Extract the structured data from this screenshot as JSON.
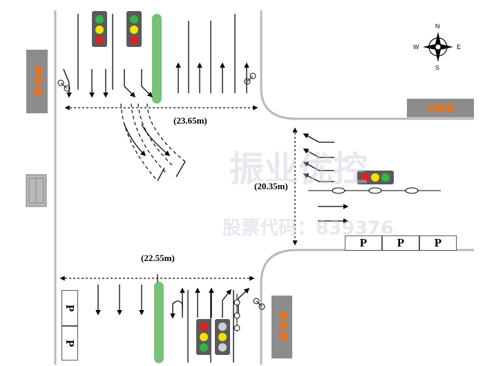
{
  "roads": {
    "qingxiu_top": "青秀路",
    "zhongxin": "中新路",
    "qingxiu_bottom": "青秀路"
  },
  "dimensions": {
    "north_width": "(23.65m)",
    "east_width": "(20.35m)",
    "south_width": "(22.55m)"
  },
  "parking": {
    "east": [
      "P",
      "P",
      "P"
    ],
    "south_west": [
      "P",
      "P"
    ]
  },
  "compass": {
    "n": "N",
    "s": "S",
    "e": "E",
    "w": "W"
  },
  "watermark": {
    "brand": "振业优控",
    "stock": "股票代码：839376"
  },
  "colors": {
    "road_line": "#b8b8b8",
    "median": "#77c276",
    "label_bg": "#8c8c8c",
    "label_text": "#ff6a00",
    "signal_red": "#e02020",
    "signal_yellow": "#f2e400",
    "signal_green": "#36b24a"
  }
}
